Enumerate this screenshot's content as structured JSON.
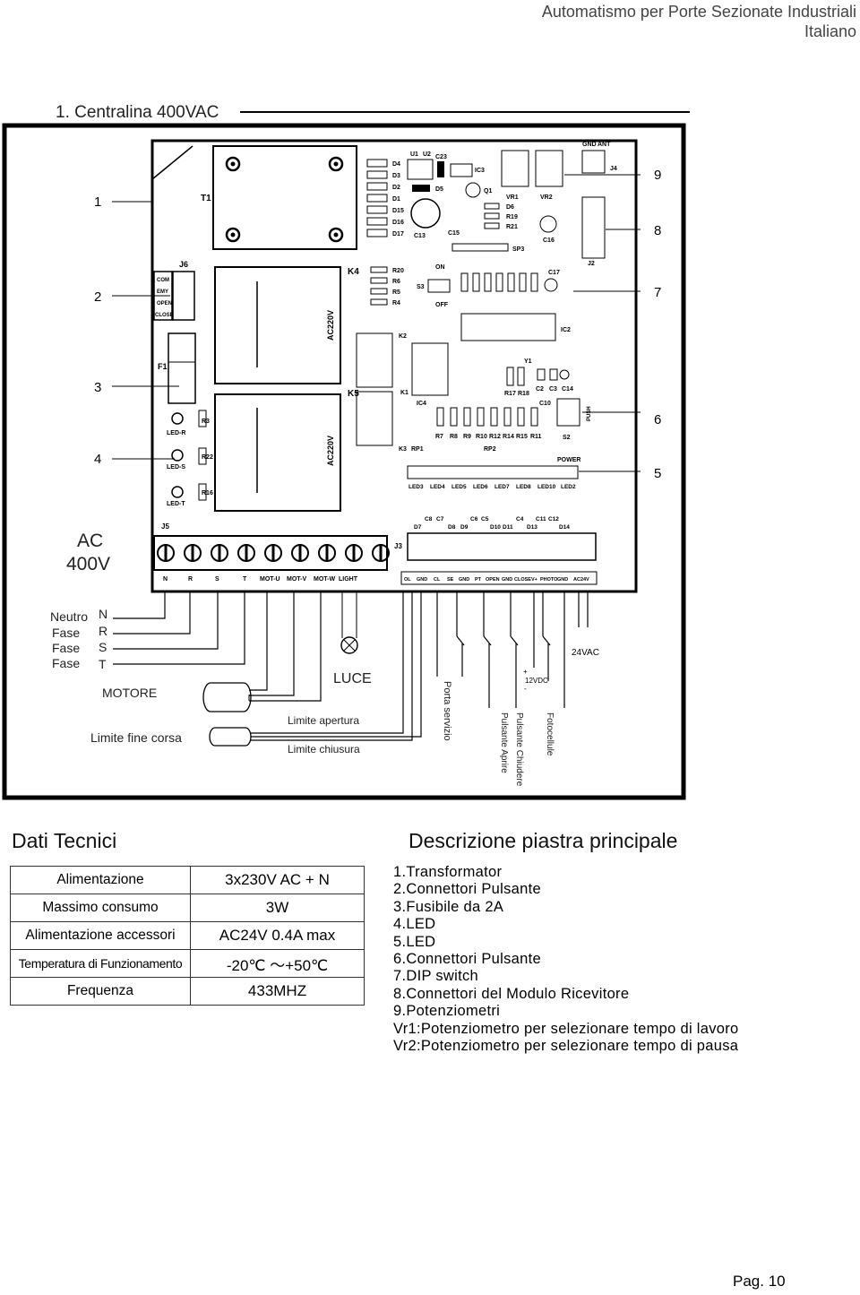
{
  "header": {
    "line1": "Automatismo per Porte Sezionate Industriali",
    "line2": "Italiano"
  },
  "section_title": "1. Centralina 400VAC",
  "callouts_right": [
    "9",
    "8",
    "7",
    "6",
    "5"
  ],
  "callouts_left": [
    "1",
    "2",
    "3",
    "4"
  ],
  "power": {
    "line1": "AC",
    "line2": "400V"
  },
  "phases": [
    {
      "name": "Neutro",
      "code": "N"
    },
    {
      "name": "Fase",
      "code": "R"
    },
    {
      "name": "Fase",
      "code": "S"
    },
    {
      "name": "Fase",
      "code": "T"
    }
  ],
  "board": {
    "transformer": "T1",
    "connectors": {
      "j6": "J6",
      "j5": "J5",
      "j3": "J3",
      "j2": "J2",
      "j4": "J4",
      "f1": "F1",
      "k4": "K4",
      "k5": "K5",
      "k2": "K2",
      "k1": "K1",
      "k3": "K3",
      "ic4": "IC4",
      "ic2": "IC2",
      "ic3": "IC3",
      "s2": "S2",
      "s3": "S3",
      "y1": "Y1"
    },
    "j6_pins": [
      "COM",
      "EMY",
      "OPEN",
      "CLOSE"
    ],
    "leds_left": [
      "LED-R",
      "LED-S",
      "LED-T"
    ],
    "resistors_left": [
      "R3",
      "R22",
      "R16"
    ],
    "diodes": [
      "D4",
      "D3",
      "D2",
      "D1",
      "D15",
      "D16",
      "D17"
    ],
    "relay_labels": [
      "AC220V",
      "AC220V"
    ],
    "terminals_left": [
      "N",
      "R",
      "S",
      "T",
      "MOT-U",
      "MOT-V",
      "MOT-W",
      "LIGHT"
    ],
    "terminals_right": [
      "OL",
      "GND",
      "CL",
      "SE",
      "GND",
      "PT",
      "OPEN",
      "GND",
      "CLOSE",
      "V+",
      "PHOTO",
      "GND",
      "AC24V"
    ],
    "leds_row": [
      "LED3",
      "LED4",
      "LED5",
      "LED6",
      "LED7",
      "LED8",
      "LED10",
      "LED2"
    ],
    "resistor_row": [
      "R7",
      "R8",
      "R9",
      "R10",
      "R12",
      "R14",
      "R15",
      "R11"
    ],
    "caps_row": [
      "D7",
      "C8",
      "C7",
      "D8",
      "D9",
      "C6",
      "C5",
      "D10",
      "D11",
      "C4",
      "D13",
      "C11",
      "C12",
      "D14"
    ],
    "misc": [
      "U1",
      "U2",
      "C23",
      "D5",
      "C13",
      "C15",
      "Q1",
      "VR1",
      "VR2",
      "D6",
      "R19",
      "R21",
      "C16",
      "GND",
      "ANT",
      "SP3",
      "ON",
      "OFF",
      "R20",
      "R6",
      "R5",
      "R4",
      "C17",
      "R17",
      "R18",
      "C2",
      "C3",
      "C14",
      "C10",
      "RP1",
      "RP2",
      "POWER",
      "PUSH"
    ]
  },
  "wiring_labels": {
    "motore": "MOTORE",
    "luce": "LUCE",
    "fine_corsa": "Limite fine corsa",
    "apertura": "Limite apertura",
    "chiusura": "Limite chiusura",
    "porta_servizio": "Porta servizio",
    "pulsante_chiudere": "Pulsante Chiudere",
    "pulsante_aprire": "Pulsante Aprire",
    "fotocellule": "Fotocellule",
    "plus": "+",
    "v12": "12VDC",
    "minus": "-",
    "v24": "24VAC"
  },
  "dati_tecnici": {
    "title": "Dati Tecnici",
    "rows": [
      {
        "key": "Alimentazione",
        "value": "3x230V AC + N"
      },
      {
        "key": "Massimo consumo",
        "value": "3W"
      },
      {
        "key": "Alimentazione accessori",
        "value": "AC24V 0.4A max"
      },
      {
        "key": "Temperatura di Funzionamento",
        "value": "-20℃ ～+50℃"
      },
      {
        "key": "Frequenza",
        "value": "433MHZ"
      }
    ]
  },
  "descrizione": {
    "title": "Descrizione piastra principale",
    "items": [
      "1.Transformator",
      "2.Connettori Pulsante",
      "3.Fusibile da 2A",
      "4.LED",
      "5.LED",
      "6.Connettori Pulsante",
      "7.DIP switch",
      "8.Connettori del Modulo Ricevitore",
      "9.Potenziometri",
      "Vr1:Potenziometro per selezionare tempo di lavoro",
      "Vr2:Potenziometro per selezionare tempo di pausa"
    ]
  },
  "page_number": "Pag. 10"
}
